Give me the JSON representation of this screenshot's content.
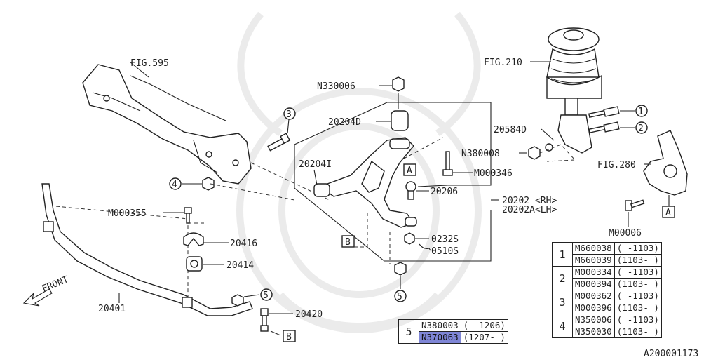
{
  "diagram_id": "A200001173",
  "callouts": {
    "fig595": "FIG.595",
    "fig210": "FIG.210",
    "fig280": "FIG.280",
    "p20584D": "20584D",
    "n380008": "N380008",
    "m000346": "M000346",
    "n330006": "N330006",
    "p20204D": "20204D",
    "p20204I": "20204I",
    "p20206": "20206",
    "p20202": "20202 <RH>",
    "p20202A": "20202A<LH>",
    "m00006": "M00006",
    "m000355": "M000355",
    "p20416": "20416",
    "p20414": "20414",
    "p20401": "20401",
    "p20420": "20420",
    "p0232S": "0232S",
    "p0510S": "0510S",
    "front": "FRONT"
  },
  "markers": {
    "c1": "1",
    "c2": "2",
    "c3": "3",
    "c4": "4",
    "c5a": "5",
    "c5b": "5",
    "A": "A",
    "B": "B"
  },
  "table_right": [
    {
      "num": "1",
      "rows": [
        {
          "part": "M660038",
          "range": "( -1103)"
        },
        {
          "part": "M660039",
          "range": "(1103- )"
        }
      ]
    },
    {
      "num": "2",
      "rows": [
        {
          "part": "M000334",
          "range": "( -1103)"
        },
        {
          "part": "M000394",
          "range": "(1103- )"
        }
      ]
    },
    {
      "num": "3",
      "rows": [
        {
          "part": "M000362",
          "range": "( -1103)"
        },
        {
          "part": "M000396",
          "range": "(1103- )"
        }
      ]
    },
    {
      "num": "4",
      "rows": [
        {
          "part": "N350006",
          "range": "( -1103)"
        },
        {
          "part": "N350030",
          "range": "(1103- )"
        }
      ]
    }
  ],
  "table_left": {
    "num": "5",
    "rows": [
      {
        "part": "N380003",
        "range": "( -1206)"
      },
      {
        "part": "N370063",
        "range": "(1207- )",
        "selected": true
      }
    ]
  }
}
